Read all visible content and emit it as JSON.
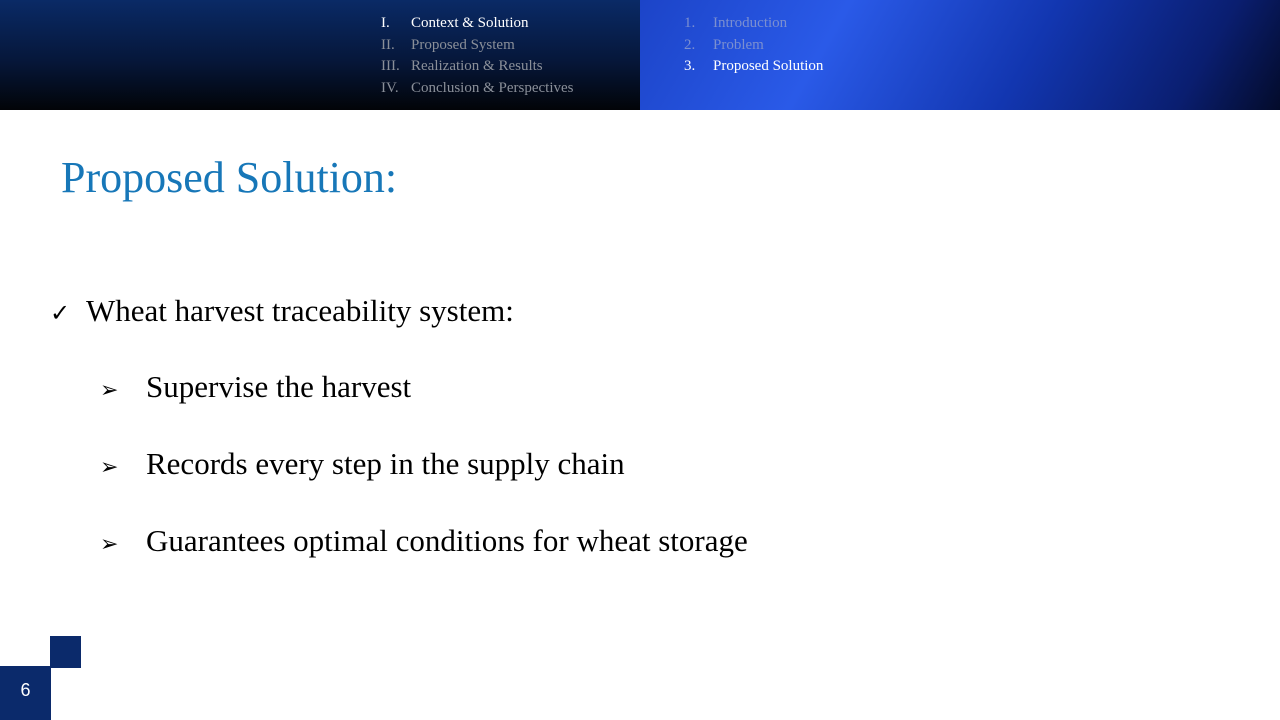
{
  "header": {
    "sections": [
      {
        "num": "I.",
        "label": "Context & Solution",
        "active": true
      },
      {
        "num": "II.",
        "label": "Proposed System",
        "active": false
      },
      {
        "num": "III.",
        "label": "Realization  & Results",
        "active": false
      },
      {
        "num": "IV.",
        "label": "Conclusion & Perspectives",
        "active": false
      }
    ],
    "subsections": [
      {
        "num": "1.",
        "label": "Introduction",
        "active": false
      },
      {
        "num": "2.",
        "label": "Problem",
        "active": false
      },
      {
        "num": "3.",
        "label": "Proposed Solution",
        "active": true
      }
    ]
  },
  "slide": {
    "title": "Proposed Solution:",
    "main_point": {
      "icon": "checkmark-icon",
      "text": "Wheat harvest traceability system:"
    },
    "sub_points": [
      {
        "icon": "arrow-bullet-icon",
        "text": "Supervise the harvest"
      },
      {
        "icon": "arrow-bullet-icon",
        "text": "Records every step in the supply chain"
      },
      {
        "icon": "arrow-bullet-icon",
        "text": "Guarantees optimal conditions for wheat storage"
      }
    ]
  },
  "footer": {
    "page_number": "6"
  },
  "colors": {
    "title": "#1777b8",
    "accent_navy": "#0b2a6b",
    "header_blue": "#1c44c8"
  }
}
